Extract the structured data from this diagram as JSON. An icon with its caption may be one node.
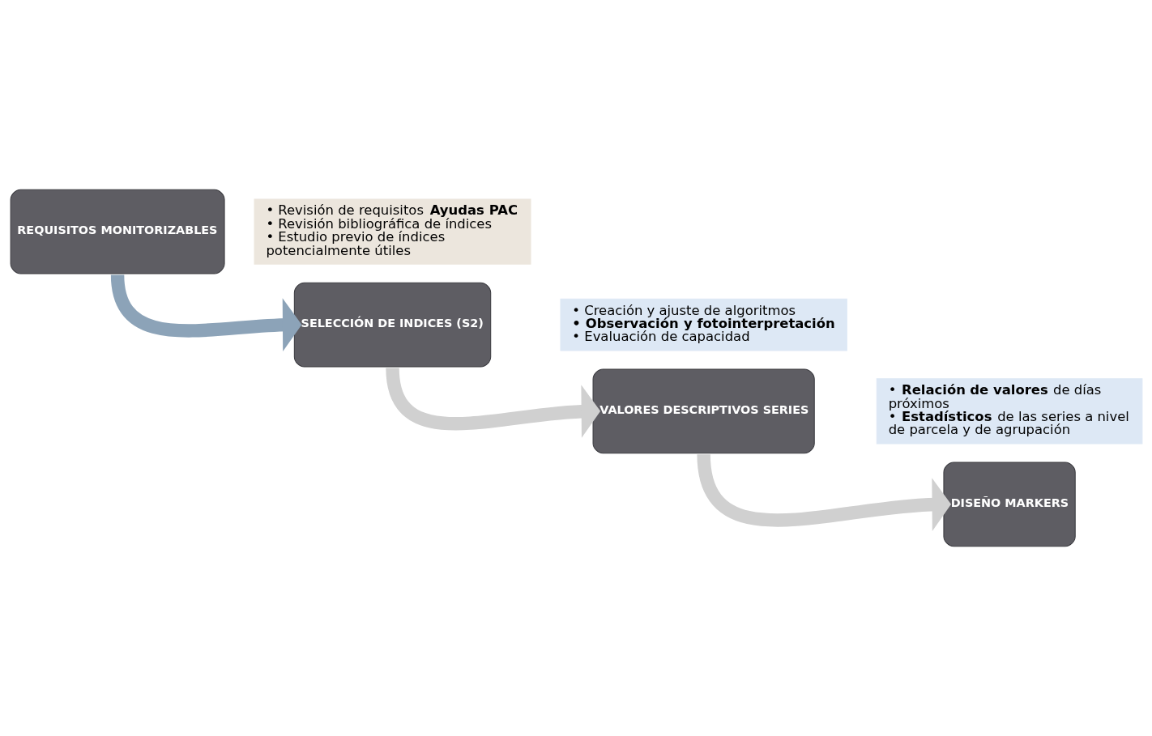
{
  "diagram": {
    "nodes": [
      {
        "text": [
          "REQUISITOS MONITORIZABLES"
        ]
      },
      {
        "text": [
          "• Revisión de requisitos **Ayudas PAC**",
          "• Revisión bibliográfica de índices",
          "• Estudio previo de índices potencialmente útiles"
        ]
      },
      {
        "text": [
          "SELECCIÓN DE INDICES (S2)"
        ]
      },
      {
        "text": [
          "• Creación y ajuste de algoritmos",
          "• Observación y fotointerpretación",
          "• Evaluación de capacidad"
        ]
      },
      {
        "text": [
          "VALORES DESCRIPTIVOS SERIES"
        ]
      },
      {
        "text": [
          "• **Relación de valores** de días próximos",
          "• **Estadísticos** de las series a nivel de parcela y de agrupación"
        ]
      },
      {
        "text": [
          "DISEÑO MARKERS"
        ]
      }
    ],
    "edges": [
      {
        "from": 0,
        "to": 2,
        "arrow": "to",
        "color": "#8ca3b8"
      },
      {
        "from": 2,
        "to": 4,
        "arrow": "to"
      },
      {
        "from": 4,
        "to": 6,
        "arrow": "to"
      }
    ]
  }
}
